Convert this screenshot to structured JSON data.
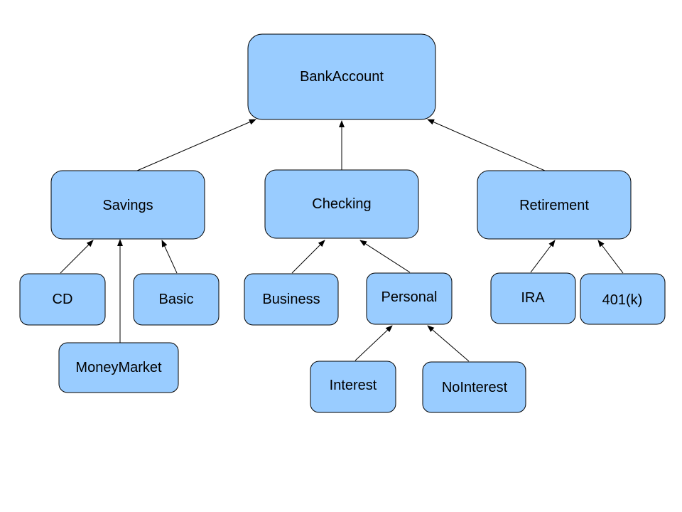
{
  "colors": {
    "node_fill": "#99ccff",
    "node_stroke": "#000000",
    "edge": "#000000",
    "background": "#ffffff"
  },
  "nodes": {
    "bankaccount": "BankAccount",
    "savings": "Savings",
    "checking": "Checking",
    "retirement": "Retirement",
    "cd": "CD",
    "basic": "Basic",
    "moneymarket": "MoneyMarket",
    "business": "Business",
    "personal": "Personal",
    "interest": "Interest",
    "nointerest": "NoInterest",
    "ira": "IRA",
    "k401": "401(k)"
  },
  "edges": [
    {
      "from": "savings",
      "to": "bankaccount"
    },
    {
      "from": "checking",
      "to": "bankaccount"
    },
    {
      "from": "retirement",
      "to": "bankaccount"
    },
    {
      "from": "cd",
      "to": "savings"
    },
    {
      "from": "moneymarket",
      "to": "savings"
    },
    {
      "from": "basic",
      "to": "savings"
    },
    {
      "from": "business",
      "to": "checking"
    },
    {
      "from": "personal",
      "to": "checking"
    },
    {
      "from": "interest",
      "to": "personal"
    },
    {
      "from": "nointerest",
      "to": "personal"
    },
    {
      "from": "ira",
      "to": "retirement"
    },
    {
      "from": "k401",
      "to": "retirement"
    }
  ]
}
